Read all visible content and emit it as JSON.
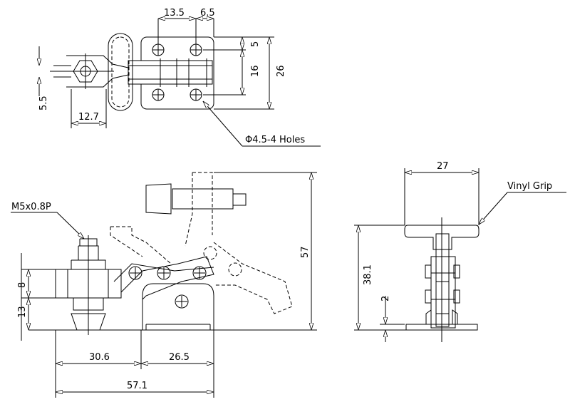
{
  "top_view": {
    "dim_hole_spacing_x": "13.5",
    "dim_hole_edge_x": "6.5",
    "dim_hole_edge_y": "5",
    "dim_hole_spacing_y": "16",
    "dim_plate_height": "26",
    "dim_spindle_offset": "5.5",
    "dim_nut_width": "12.7",
    "holes_note": "Φ4.5-4 Holes"
  },
  "side_view": {
    "thread_note": "M5x0.8P",
    "dim_height": "57",
    "dim_nut_height": "8",
    "dim_spindle_height": "13",
    "dim_reach": "30.6",
    "dim_base": "26.5",
    "dim_overall_length": "57.1"
  },
  "front_view": {
    "dim_grip_width": "27",
    "grip_note": "Vinyl Grip",
    "dim_height": "38.1",
    "dim_base_thickness": "2"
  }
}
